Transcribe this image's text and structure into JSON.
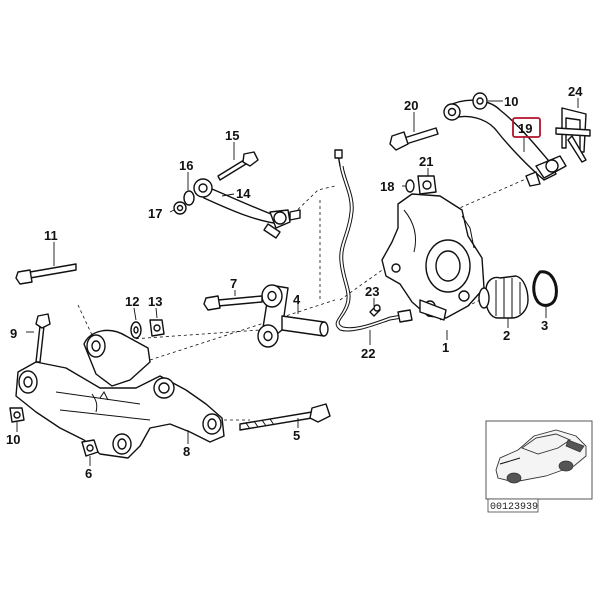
{
  "labels": {
    "p1": "1",
    "p2": "2",
    "p3": "3",
    "p4": "4",
    "p5": "5",
    "p6": "6",
    "p7": "7",
    "p8": "8",
    "p9": "9",
    "p10a": "10",
    "p10b": "10",
    "p11": "11",
    "p12": "12",
    "p13": "13",
    "p14": "14",
    "p15": "15",
    "p16": "16",
    "p17": "17",
    "p18": "18",
    "p19": "19",
    "p20": "20",
    "p21": "21",
    "p22": "22",
    "p23": "23",
    "p24": "24"
  },
  "highlighted_part": "19",
  "highlight_color": "#b3112a",
  "reference_number": "00123939"
}
